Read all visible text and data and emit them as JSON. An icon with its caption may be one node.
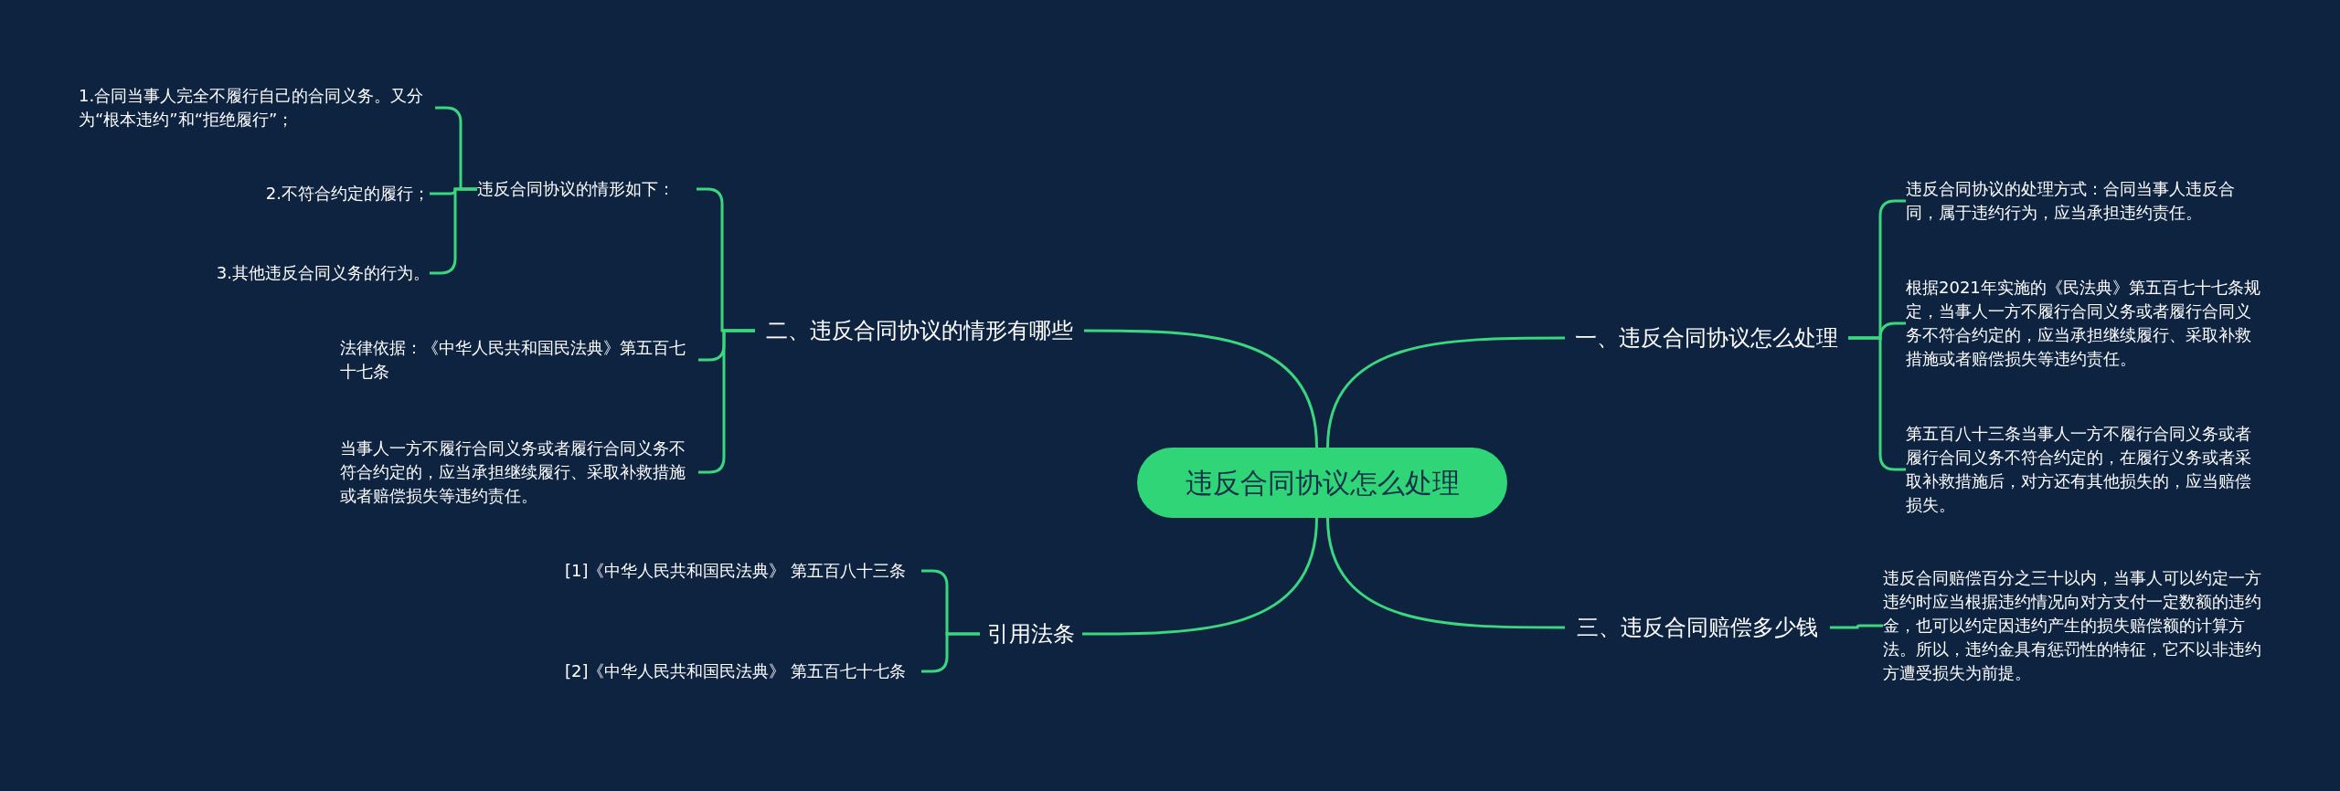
{
  "diagram": {
    "nodes": [
      {
        "text": [
          "违反合同协议怎么处理"
        ]
      },
      {
        "text": [
          "一、违反合同协议怎么处理"
        ]
      },
      {
        "text": [
          "违反合同协议的处理方式：合同当事人违反合同，属于违约行为，应当承担违约责任。"
        ]
      },
      {
        "text": [
          "根据2021年实施的《民法典》第五百七十七条规定，当事人一方不履行合同义务或者履行合同义务不符合约定的，应当承担继续履行、采取补救措施或者赔偿损失等违约责任。"
        ]
      },
      {
        "text": [
          "第五百八十三条当事人一方不履行合同义务或者履行合同义务不符合约定的，在履行义务或者采取补救措施后，对方还有其他损失的，应当赔偿损失。"
        ]
      },
      {
        "text": [
          "三、违反合同赔偿多少钱"
        ]
      },
      {
        "text": [
          "违反合同赔偿百分之三十以内，当事人可以约定一方违约时应当根据违约情况向对方支付一定数额的违约金，也可以约定因违约产生的损失赔偿额的计算方法。所以，违约金具有惩罚性的特征，它不以非违约方遭受损失为前提。"
        ]
      },
      {
        "text": [
          "二、违反合同协议的情形有哪些"
        ]
      },
      {
        "text": [
          "违反合同协议的情形如下："
        ]
      },
      {
        "text": [
          "1.合同当事人完全不履行自己的合同义务。又分为“根本违约”和“拒绝履行”；"
        ]
      },
      {
        "text": [
          "2.不符合约定的履行；"
        ]
      },
      {
        "text": [
          "3.其他违反合同义务的行为。"
        ]
      },
      {
        "text": [
          "法律依据：《中华人民共和国民法典》第五百七十七条"
        ]
      },
      {
        "text": [
          "当事人一方不履行合同义务或者履行合同义务不符合约定的，应当承担继续履行、采取补救措施或者赔偿损失等违约责任。"
        ]
      },
      {
        "text": [
          "引用法条"
        ]
      },
      {
        "text": [
          "[1]《中华人民共和国民法典》 第五百八十三条"
        ]
      },
      {
        "text": [
          "[2]《中华人民共和国民法典》 第五百七十七条"
        ]
      }
    ],
    "edges": [
      {
        "from": 0,
        "to": 1,
        "arrow": "none"
      },
      {
        "from": 1,
        "to": 2,
        "arrow": "none"
      },
      {
        "from": 1,
        "to": 3,
        "arrow": "none"
      },
      {
        "from": 1,
        "to": 4,
        "arrow": "none"
      },
      {
        "from": 0,
        "to": 5,
        "arrow": "none"
      },
      {
        "from": 5,
        "to": 6,
        "arrow": "none"
      },
      {
        "from": 0,
        "to": 7,
        "arrow": "none"
      },
      {
        "from": 7,
        "to": 8,
        "arrow": "none"
      },
      {
        "from": 8,
        "to": 9,
        "arrow": "none"
      },
      {
        "from": 8,
        "to": 10,
        "arrow": "none"
      },
      {
        "from": 8,
        "to": 11,
        "arrow": "none"
      },
      {
        "from": 7,
        "to": 12,
        "arrow": "none"
      },
      {
        "from": 7,
        "to": 13,
        "arrow": "none"
      },
      {
        "from": 0,
        "to": 14,
        "arrow": "none"
      },
      {
        "from": 14,
        "to": 15,
        "arrow": "none"
      },
      {
        "from": 14,
        "to": 16,
        "arrow": "none"
      }
    ]
  }
}
